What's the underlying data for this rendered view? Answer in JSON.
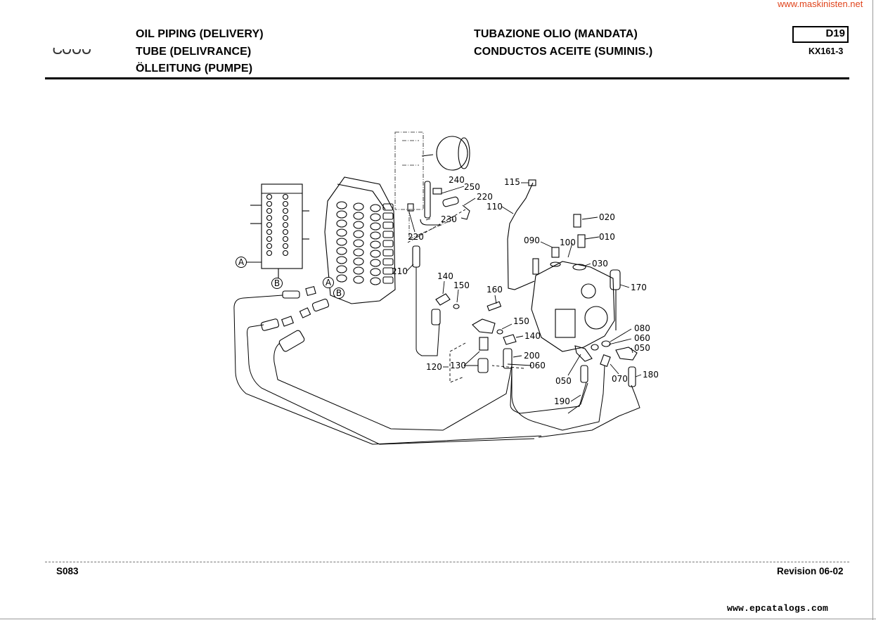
{
  "watermark_top": "www.maskinisten.net",
  "watermark_bottom": "www.epcatalogs.com",
  "header": {
    "left_titles": [
      "OIL PIPING (DELIVERY)",
      "TUBE (DELIVRANCE)",
      "ÖLLEITUNG (PUMPE)"
    ],
    "right_titles": [
      "TUBAZIONE OLIO (MANDATA)",
      "CONDUCTOS ACEITE (SUMINIS.)"
    ],
    "page_code": "D19",
    "model": "KX161-3"
  },
  "diagram": {
    "part_labels": [
      "240",
      "250",
      "220",
      "230",
      "220",
      "210",
      "115",
      "110",
      "020",
      "010",
      "090",
      "100",
      "030",
      "170",
      "140",
      "150",
      "160",
      "150",
      "140",
      "120",
      "130",
      "200",
      "060",
      "080",
      "060",
      "050",
      "050",
      "070",
      "180",
      "190"
    ],
    "circle_markers": [
      "A",
      "B",
      "A",
      "B"
    ]
  },
  "footer": {
    "left_code": "S083",
    "revision": "Revision  06-02"
  }
}
